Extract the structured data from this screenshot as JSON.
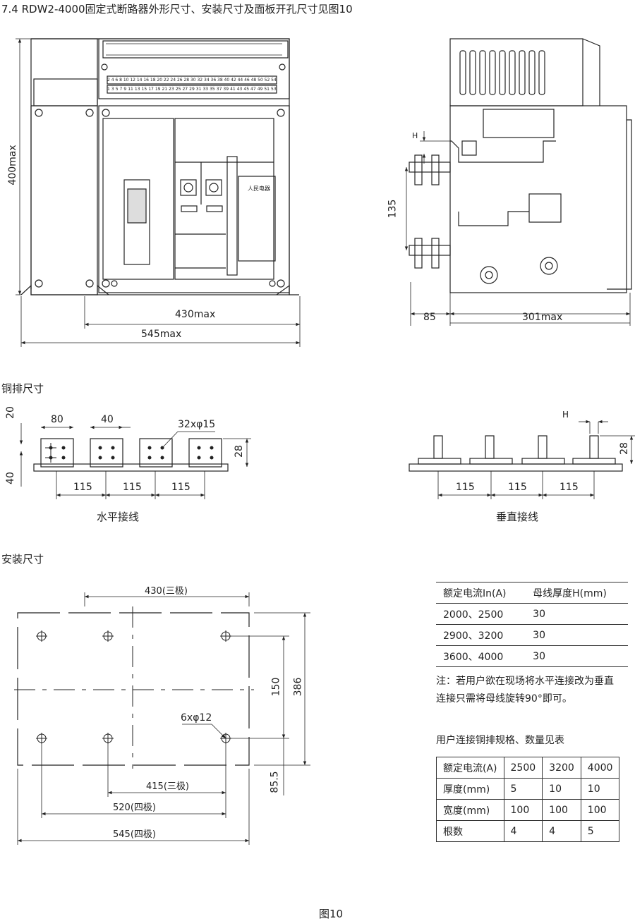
{
  "title": "7.4  RDW2-4000固定式断路器外形尺寸、安装尺寸及面板开孔尺寸见图10",
  "front_view": {
    "dim_height": "400max",
    "dim_width_inner": "430max",
    "dim_width_outer": "545max",
    "terminal_numbers_top": [
      "2",
      "4",
      "6",
      "8",
      "10",
      "12",
      "14",
      "16",
      "18",
      "20",
      "22",
      "24",
      "26",
      "28",
      "30",
      "32",
      "34",
      "36",
      "38",
      "40",
      "42",
      "44",
      "46",
      "48",
      "50",
      "52",
      "54"
    ],
    "terminal_numbers_bottom": [
      "1",
      "3",
      "5",
      "7",
      "9",
      "11",
      "13",
      "15",
      "17",
      "19",
      "21",
      "23",
      "25",
      "27",
      "29",
      "31",
      "33",
      "35",
      "37",
      "39",
      "41",
      "43",
      "45",
      "47",
      "49",
      "51",
      "53"
    ],
    "nameplate_brand": "人民电器"
  },
  "side_view": {
    "dim_h": "H",
    "dim_135": "135",
    "dim_85": "85",
    "dim_301": "301max"
  },
  "busbar": {
    "section_title": "铜排尺寸",
    "horizontal": {
      "dim_20": "20",
      "dim_40_left": "40",
      "dim_80": "80",
      "dim_40_top": "40",
      "holes": "32xφ15",
      "dim_28": "28",
      "spacing": [
        "115",
        "115",
        "115"
      ],
      "caption": "水平接线"
    },
    "vertical": {
      "dim_h": "H",
      "dim_28": "28",
      "spacing": [
        "115",
        "115",
        "115"
      ],
      "caption": "垂直接线"
    }
  },
  "mounting": {
    "section_title": "安装尺寸",
    "dim_430": "430(三极)",
    "dim_150": "150",
    "dim_386": "386",
    "holes": "6xφ12",
    "dim_85_5": "85.5",
    "dim_415": "415(三极)",
    "dim_520": "520(四极)",
    "dim_545": "545(四极)"
  },
  "thickness_table": {
    "headers": [
      "额定电流In(A)",
      "母线厚度H(mm)"
    ],
    "rows": [
      [
        "2000、2500",
        "30"
      ],
      [
        "2900、3200",
        "30"
      ],
      [
        "3600、4000",
        "30"
      ]
    ]
  },
  "note": {
    "line1": "注：若用户欲在现场将水平连接改为垂直",
    "line2": "连接只需将母线旋转90°即可。"
  },
  "copper_table": {
    "caption": "用户连接铜排规格、数量见表",
    "rows": [
      [
        "额定电流(A)",
        "2500",
        "3200",
        "4000"
      ],
      [
        "厚度(mm)",
        "5",
        "10",
        "10"
      ],
      [
        "宽度(mm)",
        "100",
        "100",
        "100"
      ],
      [
        "根数",
        "4",
        "4",
        "5"
      ]
    ]
  },
  "figure_caption": "图10"
}
